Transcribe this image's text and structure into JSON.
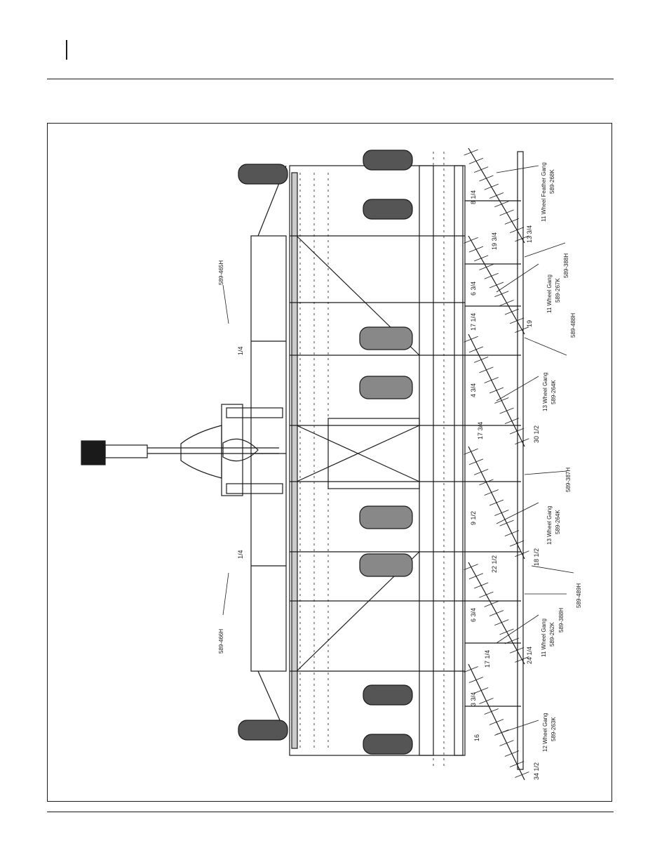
{
  "labels": {
    "feather_gang_title": "11 Wheel Feather Gang",
    "feather_gang_part": "589-268K",
    "part_388h_top": "589-388H",
    "gang_11_top_title": "11 Wheel Gang",
    "gang_11_top_part": "589-267K",
    "part_488h": "589-488H",
    "gang_13_top_title": "13 Wheel Gang",
    "gang_13_top_part": "589-264K",
    "part_387h": "589-387H",
    "gang_13_bot_title": "13 Wheel Gang",
    "gang_13_bot_part": "589-264K",
    "part_489h": "589-489H",
    "part_388h_bot": "589-388H",
    "gang_11_bot_title": "11 Wheel Gang",
    "gang_11_bot_part": "589-262K",
    "gang_12_title": "12 Wheel Gang",
    "gang_12_part": "589-263K",
    "part_465h": "589-465H",
    "part_466h": "589-466H"
  },
  "dimensions": {
    "d1": "8 1/4",
    "d2": "19 3/4",
    "d3": "13 3/4",
    "d4": "6 3/4",
    "d5": "17 1/4",
    "d6": "19",
    "d7": "4 3/4",
    "d8": "17 3/4",
    "d9": "30 1/2",
    "d10": "9 1/2",
    "d11": "22 1/2",
    "d12": "18 1/2",
    "d13": "6 3/4",
    "d14": "17 1/4",
    "d15": "24 1/4",
    "d16": "3 3/4",
    "d17": "16",
    "d18": "34 1/2",
    "d19": "1/4",
    "d20": "1/4"
  }
}
